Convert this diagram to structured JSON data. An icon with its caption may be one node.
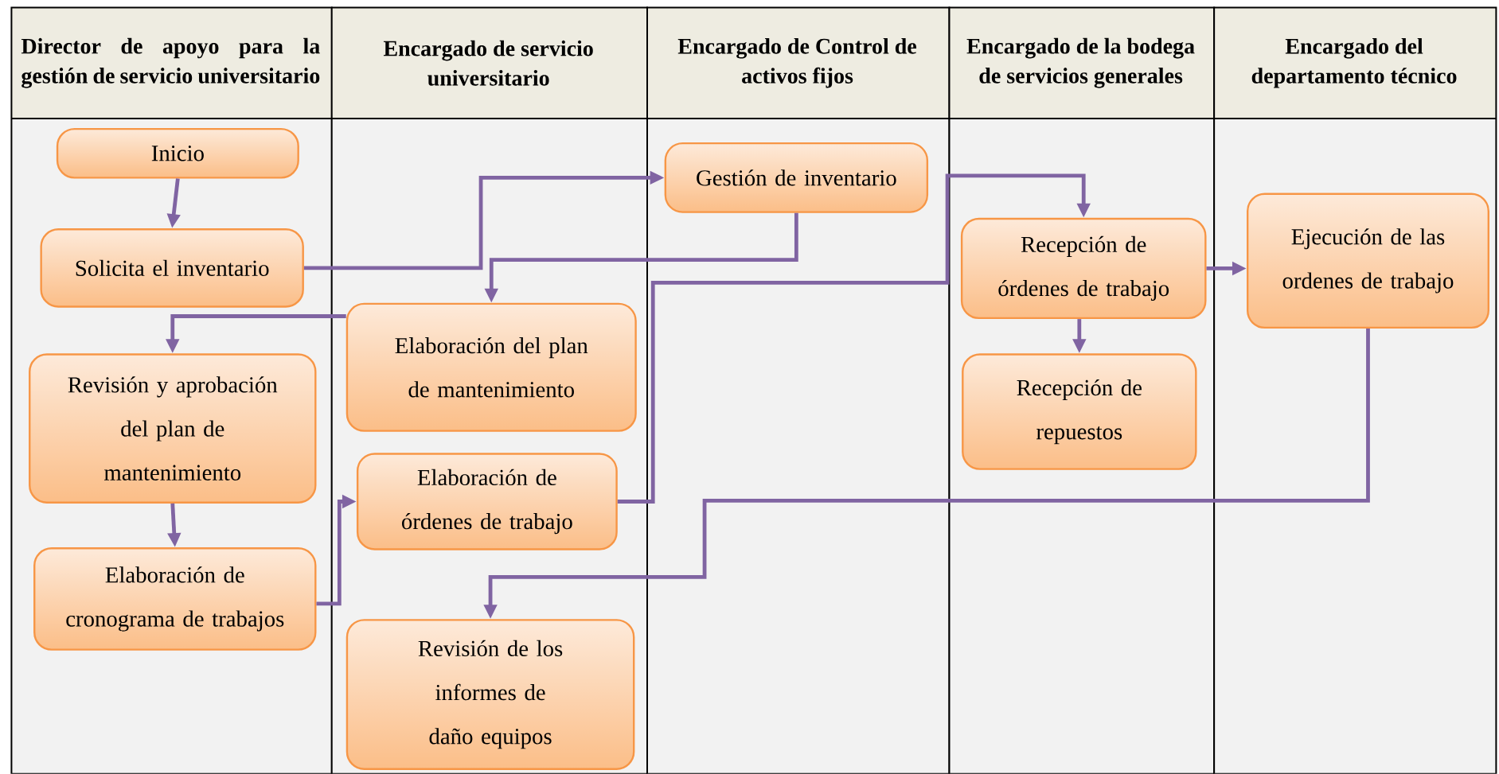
{
  "diagram": {
    "nodes": [
      {
        "text": [
          "Director de apoyo para la gestión de servicio universitario"
        ]
      },
      {
        "text": [
          "Encargado de servicio universitario"
        ]
      },
      {
        "text": [
          "Encargado de Control de activos fijos"
        ]
      },
      {
        "text": [
          "Encargado de la bodega de servicios generales"
        ]
      },
      {
        "text": [
          "Encargado del departamento técnico"
        ]
      },
      {
        "text": [
          "Inicio"
        ],
        "in": 0
      },
      {
        "text": [
          "Solicita el inventario"
        ],
        "in": 0
      },
      {
        "text": [
          "Revisión y aprobación del plan de mantenimiento"
        ],
        "in": 0
      },
      {
        "text": [
          "Elaboración de cronograma de trabajos"
        ],
        "in": 0
      },
      {
        "text": [
          "Elaboración del plan de mantenimiento"
        ],
        "in": 1
      },
      {
        "text": [
          "Elaboración de órdenes de trabajo"
        ],
        "in": 1
      },
      {
        "text": [
          "Revisión de los informes de daño equipos"
        ],
        "in": 1
      },
      {
        "text": [
          "Gestión de inventario"
        ],
        "in": 2
      },
      {
        "text": [
          "Recepción de órdenes de trabajo"
        ],
        "in": 3
      },
      {
        "text": [
          "Recepción de repuestos"
        ],
        "in": 3
      },
      {
        "text": [
          "Ejecución de las ordenes de trabajo"
        ],
        "in": 4
      }
    ],
    "edges": [
      {
        "from": 5,
        "to": 6,
        "arrow": "to"
      },
      {
        "from": 6,
        "to": 12,
        "arrow": "to"
      },
      {
        "from": 12,
        "to": 9,
        "arrow": "to"
      },
      {
        "from": 9,
        "to": 7,
        "arrow": "to"
      },
      {
        "from": 7,
        "to": 8,
        "arrow": "to"
      },
      {
        "from": 8,
        "to": 10,
        "arrow": "to"
      },
      {
        "from": 10,
        "to": 13,
        "arrow": "to"
      },
      {
        "from": 13,
        "to": 14,
        "arrow": "to"
      },
      {
        "from": 13,
        "to": 15,
        "arrow": "to"
      },
      {
        "from": 15,
        "to": 11,
        "arrow": "to"
      }
    ]
  }
}
